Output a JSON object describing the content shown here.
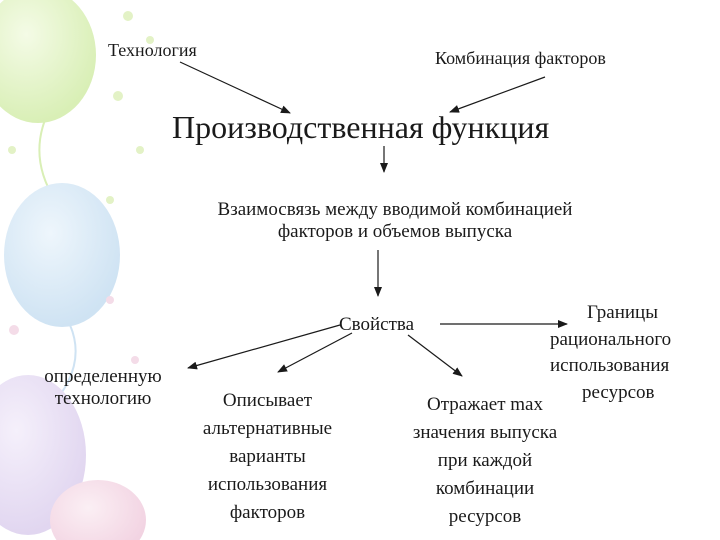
{
  "diagram": {
    "nodes": {
      "technology": "Технология",
      "factor_combination": "Комбинация факторов",
      "production_function": "Производственная функция",
      "relationship": [
        "Взаимосвязь между вводимой комбинацией",
        "факторов и объемов выпуска"
      ],
      "properties": "Свойства",
      "defined_technology": [
        "определенную",
        "технологию"
      ],
      "describes": [
        "Описывает",
        "альтернативные",
        "варианты",
        "использования",
        "факторов"
      ],
      "reflects": [
        "Отражает max",
        "значения выпуска",
        "при каждой",
        "комбинации",
        "ресурсов"
      ],
      "boundaries": [
        "Границы",
        "рационального",
        "использования",
        "ресурсов"
      ]
    }
  }
}
